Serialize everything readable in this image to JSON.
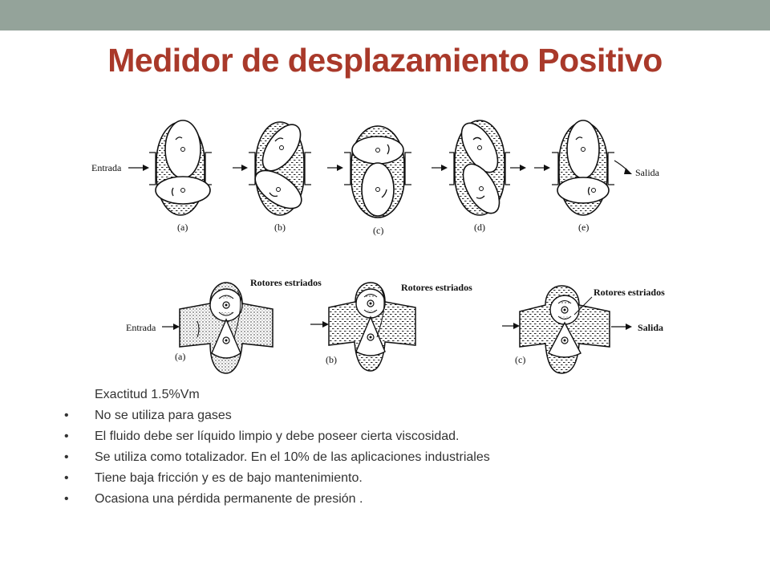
{
  "slide": {
    "title": "Medidor de desplazamiento Positivo",
    "accent_color": "#a9392a",
    "bar_color": "#94a39a"
  },
  "figure_top": {
    "inlet_label": "Entrada",
    "outlet_label": "Salida",
    "stages": [
      "(a)",
      "(b)",
      "(c)",
      "(d)",
      "(e)"
    ]
  },
  "figure_bottom": {
    "inlet_label": "Entrada",
    "outlet_label": "Salida",
    "rotor_label": "Rotores estriados",
    "stages": [
      "(a)",
      "(b)",
      "(c)"
    ]
  },
  "content": {
    "intro": "Exactitud 1.5%Vm",
    "bullet_glyph": "•",
    "bullets": [
      "No se utiliza para gases",
      "El fluido debe ser líquido limpio y debe poseer cierta viscosidad.",
      "Se utiliza como totalizador. En el 10% de las aplicaciones industriales",
      "Tiene baja fricción y es de bajo mantenimiento.",
      "Ocasiona una pérdida permanente de presión ."
    ]
  }
}
